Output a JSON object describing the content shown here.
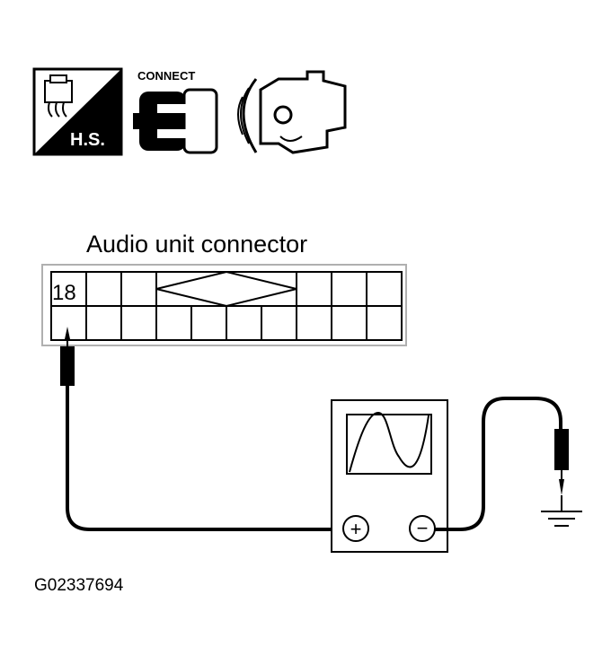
{
  "icons": {
    "harness_label": "H.S.",
    "connect_label": "CONNECT",
    "harness_icon": "harness-connector-icon",
    "connect_icon": "connect-plug-icon",
    "engine_icon": "engine-ignition-icon"
  },
  "connector": {
    "title": "Audio unit connector",
    "terminal": "18"
  },
  "meter": {
    "plus_symbol": "+",
    "minus_symbol": "−"
  },
  "figure_id": "G02337694",
  "colors": {
    "ink": "#000000",
    "paper": "#ffffff",
    "frame": "#b0b0b0"
  }
}
